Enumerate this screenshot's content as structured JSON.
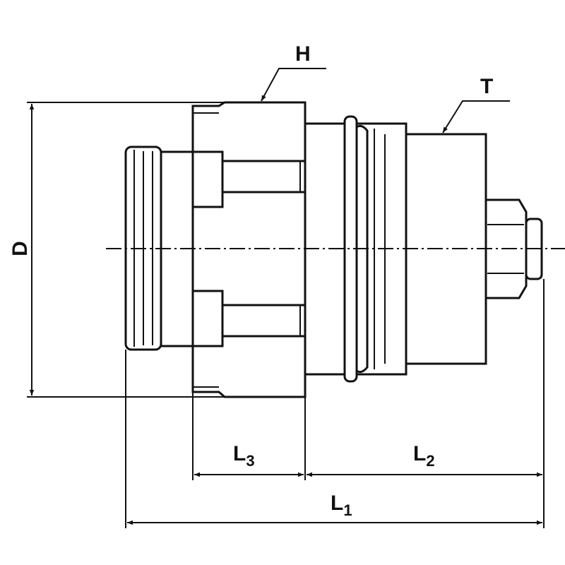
{
  "labels": {
    "H": "H",
    "T": "T",
    "D": "D",
    "L3": {
      "main": "L",
      "sub": "3"
    },
    "L2": {
      "main": "L",
      "sub": "2"
    },
    "L1": {
      "main": "L",
      "sub": "1"
    }
  },
  "colors": {
    "line": "#111111",
    "background": "#ffffff"
  }
}
